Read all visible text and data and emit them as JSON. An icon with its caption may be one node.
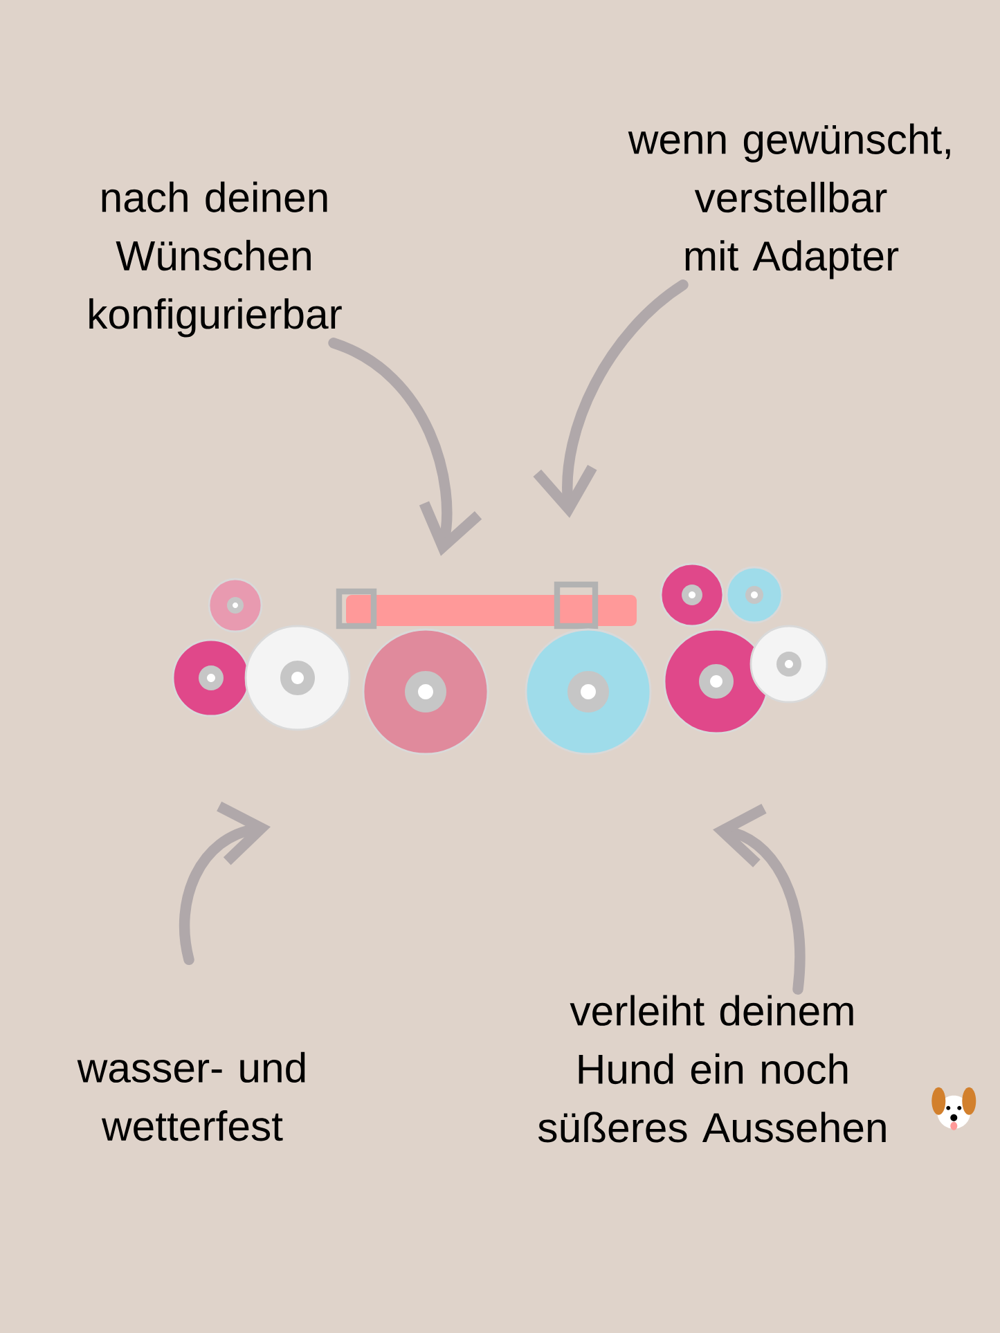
{
  "diagram": {
    "nodes": [
      {
        "text": [
          "nach deinen Wünschen konfigurierbar"
        ]
      },
      {
        "text": [
          "wenn gewünscht, verstellbar mit Adapter"
        ]
      },
      {
        "text": [],
        "shape": "picture"
      },
      {
        "text": [
          "wasser- und wetterfest"
        ]
      },
      {
        "text": [
          "verleiht deinem Hund ein noch süßeres Aussehen"
        ]
      }
    ],
    "edges": [
      {
        "from": 0,
        "to": 2,
        "arrow": "to"
      },
      {
        "from": 1,
        "to": 2,
        "arrow": "to"
      },
      {
        "from": 3,
        "to": 2,
        "arrow": "to"
      },
      {
        "from": 4,
        "to": 2,
        "arrow": "to"
      }
    ]
  }
}
